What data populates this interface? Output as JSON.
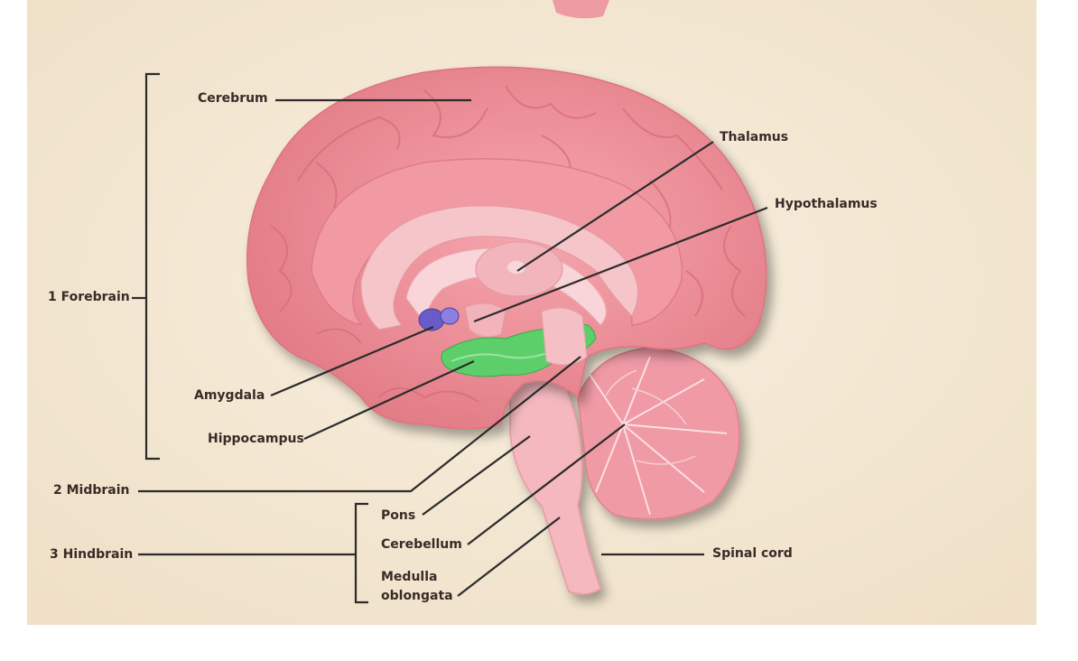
{
  "labels": {
    "cerebrum": "Cerebrum",
    "thalamus": "Thalamus",
    "hypothalamus": "Hypothalamus",
    "forebrain": "1 Forebrain",
    "amygdala": "Amygdala",
    "hippocampus": "Hippocampus",
    "midbrain": "2 Midbrain",
    "pons": "Pons",
    "hindbrain": "3 Hindbrain",
    "cerebellum": "Cerebellum",
    "medulla_line1": "Medulla",
    "medulla_line2": "oblongata",
    "spinal_cord": "Spinal cord"
  },
  "colors": {
    "background": "#f5ead7",
    "cerebrum": "#ee8f98",
    "inner_structures": "#f2b9bf",
    "limbic_green": "#5dcf6a",
    "amygdala_purple": "#6a5cc8",
    "leader_lines": "#2b2b2b"
  }
}
